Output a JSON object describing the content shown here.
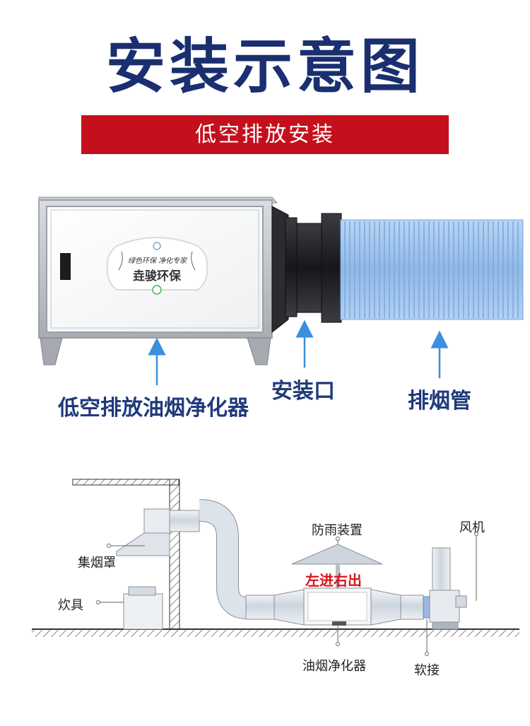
{
  "header": {
    "title": "安装示意图",
    "subtitle": "低空排放安装"
  },
  "product_diagram": {
    "brand_slogan": "绿色环保 净化专家",
    "brand_name": "垚骏环保",
    "labels": {
      "purifier": "低空排放油烟净化器",
      "install_port": "安装口",
      "exhaust_pipe": "排烟管"
    }
  },
  "system_diagram": {
    "labels": {
      "rain_cover": "防雨装置",
      "fan": "风机",
      "hood": "集烟罩",
      "stove": "炊具",
      "flow_direction": "左进右出",
      "purifier": "油烟净化器",
      "soft_joint": "软接"
    }
  },
  "colors": {
    "title": "#1a2f6f",
    "banner": "#c4101c",
    "arrow": "#3b8fe0",
    "pipe": "#9ec4ef"
  }
}
